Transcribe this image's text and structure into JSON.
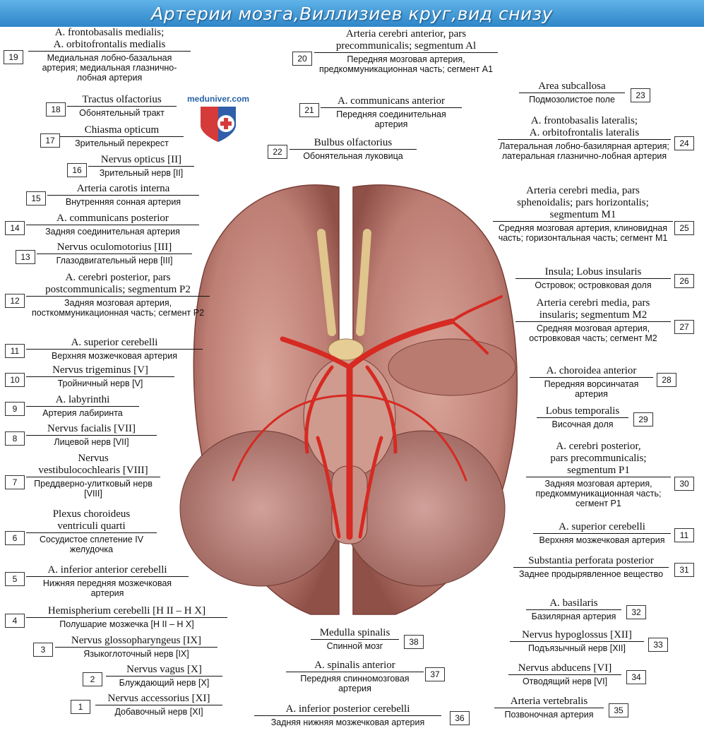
{
  "title": "Артерии мозга,Виллизиев круг,вид снизу",
  "logo": {
    "text": "meduniver.com",
    "icon": "shield-cross-icon"
  },
  "colors": {
    "banner": "#3b95d6",
    "brain": "#c98d83",
    "artery": "#d62a22",
    "nerve": "#d9c08a",
    "text": "#111111"
  },
  "labels": [
    {
      "num": "19",
      "lat": "A. frontobasalis medialis;\nA. orbitofrontalis medialis",
      "rus": "Медиальная лобно-базальная артерия; медиальная глазнично-лобная артерия"
    },
    {
      "num": "18",
      "lat": "Tractus olfactorius",
      "rus": "Обонятельный тракт"
    },
    {
      "num": "17",
      "lat": "Chiasma opticum",
      "rus": "Зрительный перекрест"
    },
    {
      "num": "16",
      "lat": "Nervus opticus [II]",
      "rus": "Зрительный нерв [II]"
    },
    {
      "num": "15",
      "lat": "Arteria carotis interna",
      "rus": "Внутренняя сонная артерия"
    },
    {
      "num": "14",
      "lat": "A. communicans posterior",
      "rus": "Задняя соединительная артерия"
    },
    {
      "num": "13",
      "lat": "Nervus oculomotorius [III]",
      "rus": "Глазодвигательный нерв [III]"
    },
    {
      "num": "12",
      "lat": "A. cerebri posterior, pars\npostcommunicalis; segmentum P2",
      "rus": "Задняя мозговая артерия, посткоммуникационная часть; сегмент P2"
    },
    {
      "num": "11",
      "lat": "A. superior cerebelli",
      "rus": "Верхняя мозжечковая артерия"
    },
    {
      "num": "10",
      "lat": "Nervus trigeminus [V]",
      "rus": "Тройничный нерв [V]"
    },
    {
      "num": "9",
      "lat": "A. labyrinthi",
      "rus": "Артерия лабиринта"
    },
    {
      "num": "8",
      "lat": "Nervus facialis [VII]",
      "rus": "Лицевой нерв [VII]"
    },
    {
      "num": "7",
      "lat": "Nervus\nvestibulocochlearis [VIII]",
      "rus": "Преддверно-улитковый нерв [VIII]"
    },
    {
      "num": "6",
      "lat": "Plexus choroideus\nventriculi quarti",
      "rus": "Сосудистое сплетение IV желудочка"
    },
    {
      "num": "5",
      "lat": "A. inferior anterior cerebelli",
      "rus": "Нижняя передняя мозжечковая артерия"
    },
    {
      "num": "4",
      "lat": "Hemispherium cerebelli [H II – H X]",
      "rus": "Полушарие мозжечка [H II – H X]"
    },
    {
      "num": "3",
      "lat": "Nervus glossopharyngeus [IX]",
      "rus": "Языкоглоточный нерв [IX]"
    },
    {
      "num": "2",
      "lat": "Nervus vagus [X]",
      "rus": "Блуждающий нерв [X]"
    },
    {
      "num": "1",
      "lat": "Nervus accessorius [XI]",
      "rus": "Добавочный нерв [XI]"
    },
    {
      "num": "20",
      "lat": "Arteria cerebri anterior, pars\nprecommunicalis; segmentum Al",
      "rus": "Передняя мозговая артерия, предкоммуникационная часть; сегмент А1"
    },
    {
      "num": "21",
      "lat": "A. communicans anterior",
      "rus": "Передняя соединительная артерия"
    },
    {
      "num": "22",
      "lat": "Bulbus olfactorius",
      "rus": "Обонятельная луковица"
    },
    {
      "num": "23",
      "lat": "Area subcallosa",
      "rus": "Подмозолистое поле"
    },
    {
      "num": "24",
      "lat": "A. frontobasalis lateralis;\nA. orbitofrontalis lateralis",
      "rus": "Латеральная лобно-базилярная артерия; латеральная глазнично-лобная артерия"
    },
    {
      "num": "25",
      "lat": "Arteria cerebri media, pars\nsphenoidalis; pars horizontalis;\nsegmentum M1",
      "rus": "Средняя мозговая артерия, клиновидная часть; горизонтальная часть; сегмент М1"
    },
    {
      "num": "26",
      "lat": "Insula; Lobus insularis",
      "rus": "Островок; островковая доля"
    },
    {
      "num": "27",
      "lat": "Arteria cerebri media, pars\ninsularis; segmentum M2",
      "rus": "Средняя мозговая артерия, островковая часть; сегмент М2"
    },
    {
      "num": "28",
      "lat": "A. choroidea anterior",
      "rus": "Передняя ворсинчатая артерия"
    },
    {
      "num": "29",
      "lat": "Lobus temporalis",
      "rus": "Височная доля"
    },
    {
      "num": "30",
      "lat": "A. cerebri posterior,\npars precommunicalis;\nsegmentum P1",
      "rus": "Задняя мозговая артерия, предкоммуникационная часть; сегмент Р1"
    },
    {
      "num": "11",
      "lat": "A. superior cerebelli",
      "rus": "Верхняя мозжечковая артерия"
    },
    {
      "num": "31",
      "lat": "Substantia perforata posterior",
      "rus": "Заднее продырявленное вещество"
    },
    {
      "num": "32",
      "lat": "A. basilaris",
      "rus": "Базилярная артерия"
    },
    {
      "num": "33",
      "lat": "Nervus hypoglossus [XII]",
      "rus": "Подъязычный нерв [XII]"
    },
    {
      "num": "34",
      "lat": "Nervus abducens [VI]",
      "rus": "Отводящий нерв [VI]"
    },
    {
      "num": "35",
      "lat": "Arteria vertebralis",
      "rus": "Позвоночная артерия"
    },
    {
      "num": "38",
      "lat": "Medulla spinalis",
      "rus": "Спинной мозг"
    },
    {
      "num": "37",
      "lat": "A. spinalis anterior",
      "rus": "Передняя спинномозговая артерия"
    },
    {
      "num": "36",
      "lat": "A. inferior posterior cerebelli",
      "rus": "Задняя нижняя мозжечковая артерия"
    }
  ]
}
